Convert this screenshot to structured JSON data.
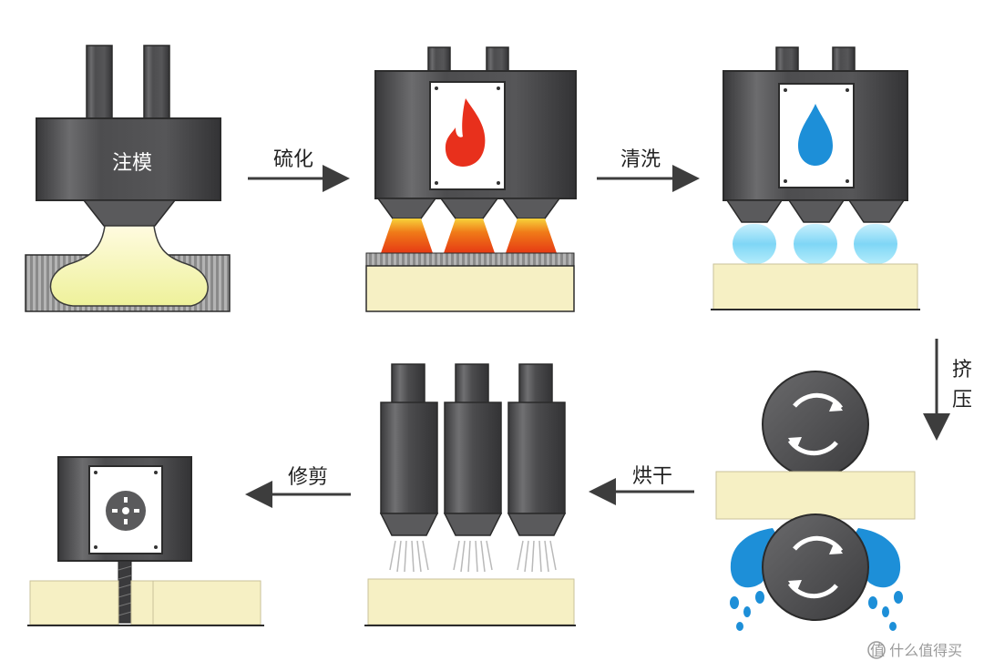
{
  "steps": {
    "mold_label": "注模",
    "cure_label": "硫化",
    "wash_label": "清洗",
    "press_label_1": "挤",
    "press_label_2": "压",
    "dry_label": "烘干",
    "trim_label": "修剪"
  },
  "watermark": {
    "text": "值 什么值得买"
  },
  "colors": {
    "machine_dark": "#4a4a4c",
    "foam": "#f6f0c4",
    "glow": "#f2f5a0",
    "flame": "#e8301c",
    "heat": "#f06b18",
    "water": "#1d8fd8",
    "mist": "#9fe0f8"
  }
}
